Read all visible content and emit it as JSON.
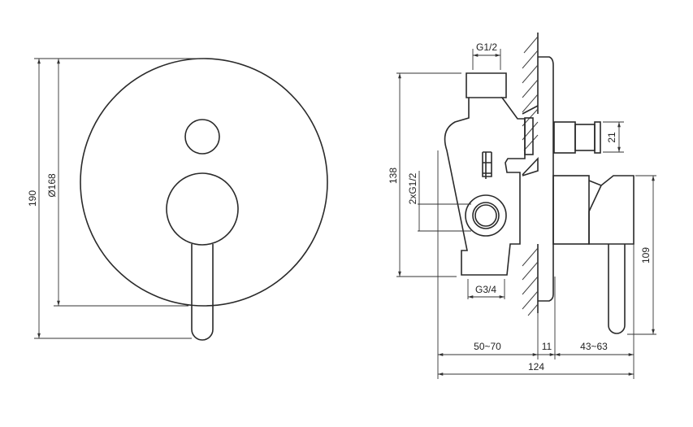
{
  "front_view": {
    "dim_height": "190",
    "dim_diameter": "Ø168"
  },
  "side_view": {
    "dim_top_inlet": "G1/2",
    "dim_body_height": "138",
    "dim_side_inlets": "2xG1/2",
    "dim_bottom_outlet": "G3/4",
    "dim_knob": "21",
    "dim_lever": "109",
    "dim_depth_in_wall": "50~70",
    "dim_plate": "11",
    "dim_projection": "43~63",
    "dim_total": "124"
  }
}
